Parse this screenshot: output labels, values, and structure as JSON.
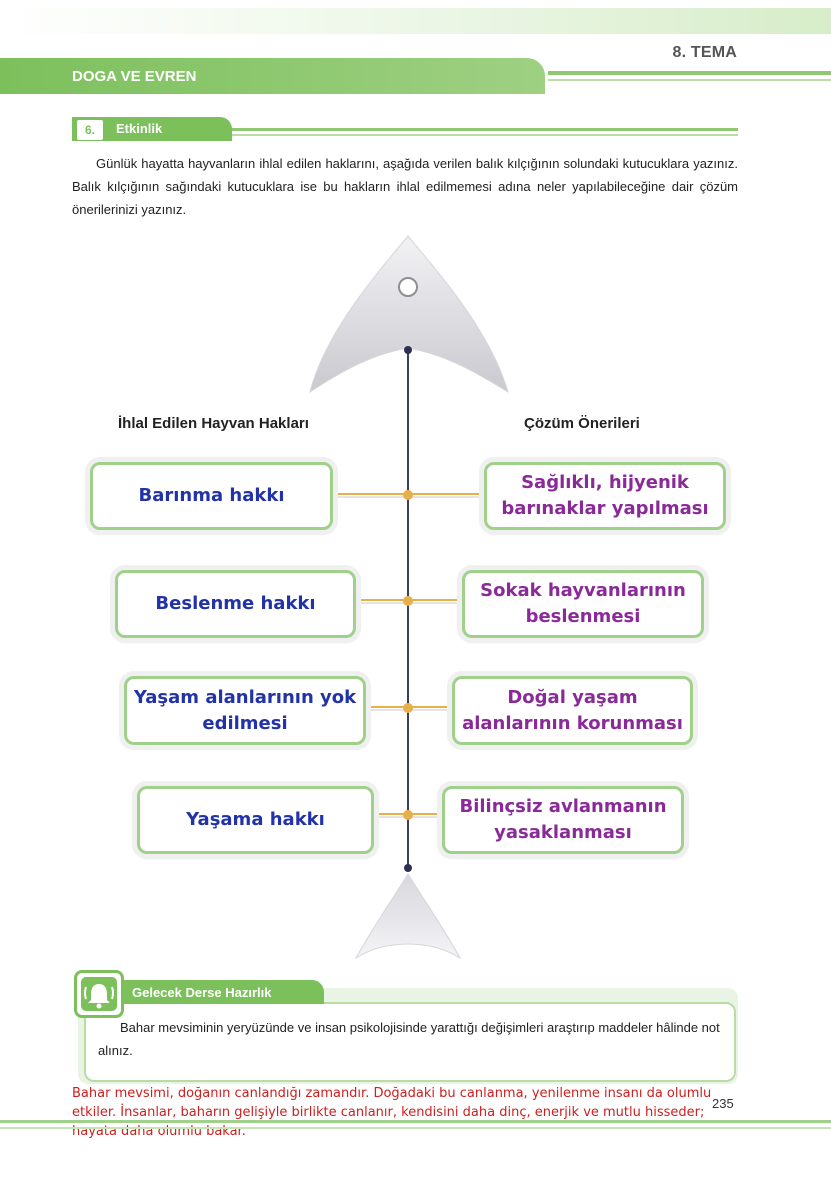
{
  "header": {
    "tema": "8. TEMA",
    "unit_title": "DOGA VE EVREN"
  },
  "activity": {
    "number": "6.",
    "label": "Etkinlik",
    "instructions": "Günlük hayatta hayvanların ihlal edilen haklarını, aşağıda verilen balık kılçığının solundaki kutucuklara yazınız. Balık kılçığının sağındaki kutucuklara ise bu hakların ihlal edilmemesi adına neler yapılabileceğine dair çözüm önerilerinizi yazınız."
  },
  "fishbone": {
    "left_heading": "İhlal Edilen Hayvan Hakları",
    "right_heading": "Çözüm Önerileri",
    "violated_rights": [
      "Barınma hakkı",
      "Beslenme hakkı",
      "Yaşam alanlarının yok edilmesi",
      "Yaşama hakkı"
    ],
    "solutions": [
      "Sağlıklı, hijyenik barınaklar yapılması",
      "Sokak hayvanlarının beslenmesi",
      "Doğal yaşam alanlarının korunması",
      "Bilinçsiz avlanmanın yasaklanması"
    ]
  },
  "next_lesson": {
    "label": "Gelecek Derse Hazırlık",
    "text": "Bahar mevsiminin yeryüzünde ve insan psikolojisinde yarattığı değişimleri araştırıp maddeler hâlinde not alınız."
  },
  "answer_text": "Bahar mevsimi, doğanın canlandığı zamandır. Doğadaki bu canlanma, yenilenme insanı da olumlu etkiler. İnsanlar, baharın gelişiyle birlikte canlanır, kendisini daha dinç, enerjik ve mutlu hisseder; hayata daha olumlu bakar.",
  "page_number": "235",
  "colors": {
    "theme_green": "#7cc05c",
    "left_text": "#2233aa",
    "right_text": "#8a2a98",
    "answer_red": "#cc1f1f",
    "connector": "#e8b04a"
  }
}
